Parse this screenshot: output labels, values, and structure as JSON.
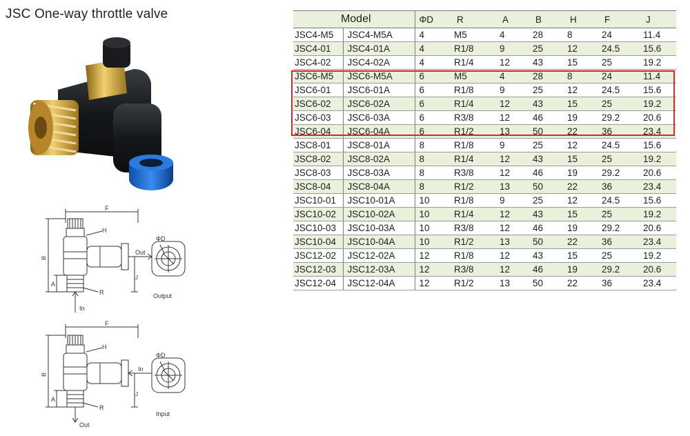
{
  "title": "JSC One-way throttle valve",
  "table": {
    "headers": [
      "Model",
      "ΦD",
      "R",
      "A",
      "B",
      "H",
      "F",
      "J"
    ],
    "rows": [
      [
        "JSC4-M5",
        "JSC4-M5A",
        "4",
        "M5",
        "4",
        "28",
        "8",
        "24",
        "11.4"
      ],
      [
        "JSC4-01",
        "JSC4-01A",
        "4",
        "R1/8",
        "9",
        "25",
        "12",
        "24.5",
        "15.6"
      ],
      [
        "JSC4-02",
        "JSC4-02A",
        "4",
        "R1/4",
        "12",
        "43",
        "15",
        "25",
        "19.2"
      ],
      [
        "JSC6-M5",
        "JSC6-M5A",
        "6",
        "M5",
        "4",
        "28",
        "8",
        "24",
        "11.4"
      ],
      [
        "JSC6-01",
        "JSC6-01A",
        "6",
        "R1/8",
        "9",
        "25",
        "12",
        "24.5",
        "15.6"
      ],
      [
        "JSC6-02",
        "JSC6-02A",
        "6",
        "R1/4",
        "12",
        "43",
        "15",
        "25",
        "19.2"
      ],
      [
        "JSC6-03",
        "JSC6-03A",
        "6",
        "R3/8",
        "12",
        "46",
        "19",
        "29.2",
        "20.6"
      ],
      [
        "JSC6-04",
        "JSC6-04A",
        "6",
        "R1/2",
        "13",
        "50",
        "22",
        "36",
        "23.4"
      ],
      [
        "JSC8-01",
        "JSC8-01A",
        "8",
        "R1/8",
        "9",
        "25",
        "12",
        "24.5",
        "15.6"
      ],
      [
        "JSC8-02",
        "JSC8-02A",
        "8",
        "R1/4",
        "12",
        "43",
        "15",
        "25",
        "19.2"
      ],
      [
        "JSC8-03",
        "JSC8-03A",
        "8",
        "R3/8",
        "12",
        "46",
        "19",
        "29.2",
        "20.6"
      ],
      [
        "JSC8-04",
        "JSC8-04A",
        "8",
        "R1/2",
        "13",
        "50",
        "22",
        "36",
        "23.4"
      ],
      [
        "JSC10-01",
        "JSC10-01A",
        "10",
        "R1/8",
        "9",
        "25",
        "12",
        "24.5",
        "15.6"
      ],
      [
        "JSC10-02",
        "JSC10-02A",
        "10",
        "R1/4",
        "12",
        "43",
        "15",
        "25",
        "19.2"
      ],
      [
        "JSC10-03",
        "JSC10-03A",
        "10",
        "R3/8",
        "12",
        "46",
        "19",
        "29.2",
        "20.6"
      ],
      [
        "JSC10-04",
        "JSC10-04A",
        "10",
        "R1/2",
        "13",
        "50",
        "22",
        "36",
        "23.4"
      ],
      [
        "JSC12-02",
        "JSC12-02A",
        "12",
        "R1/8",
        "12",
        "43",
        "15",
        "25",
        "19.2"
      ],
      [
        "JSC12-03",
        "JSC12-03A",
        "12",
        "R3/8",
        "12",
        "46",
        "19",
        "29.2",
        "20.6"
      ],
      [
        "JSC12-04",
        "JSC12-04A",
        "12",
        "R1/2",
        "13",
        "50",
        "22",
        "36",
        "23.4"
      ]
    ],
    "highlight_color": "#d9262b",
    "row_tint": "#e9f1dc"
  },
  "drawings": {
    "output": {
      "dims": {
        "F": "F",
        "B": "B",
        "H": "H",
        "A": "A",
        "R": "R",
        "D": "ΦD",
        "J": "J"
      },
      "port_top": "Out",
      "port_bottom": "In",
      "caption": "Output"
    },
    "input": {
      "dims": {
        "F": "F",
        "B": "B",
        "H": "H",
        "A": "A",
        "R": "R",
        "D": "ΦD",
        "J": "J"
      },
      "port_top": "In",
      "port_bottom": "Out",
      "caption": "Input"
    }
  },
  "colors": {
    "body": "#1b1d1f",
    "brass": "#d7a53a",
    "collet": "#1f6fd6"
  }
}
